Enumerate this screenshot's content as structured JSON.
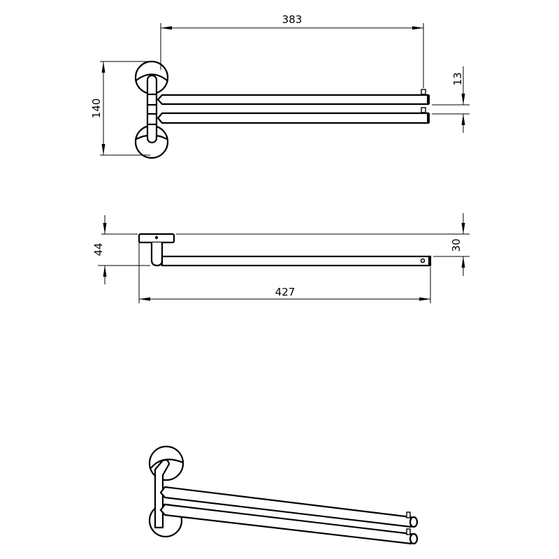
{
  "drawing": {
    "top_view": {
      "dim_length": "383",
      "dim_height": "140",
      "dim_spacing": "13"
    },
    "side_view": {
      "dim_depth": "44",
      "dim_offset": "30",
      "dim_total_length": "427"
    },
    "colors": {
      "line": "#000000",
      "background": "#ffffff"
    }
  }
}
